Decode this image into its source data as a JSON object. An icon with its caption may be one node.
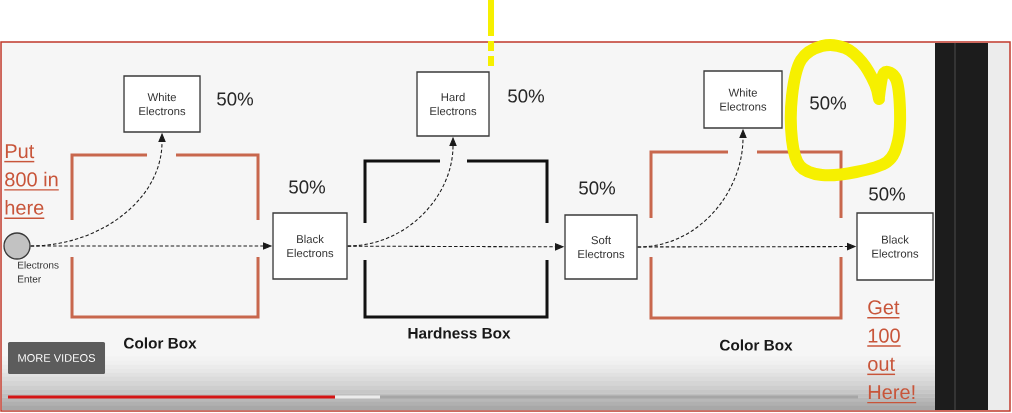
{
  "diagram": {
    "nodes": [
      {
        "text": [],
        "shape": "circle",
        "beside": [
          "Electrons Enter"
        ]
      },
      {
        "text": [
          "White Electrons"
        ],
        "beside": [
          "50%"
        ]
      },
      {
        "text": [
          "Black Electrons"
        ],
        "beside": [
          "50%"
        ]
      },
      {
        "text": [
          "Hard Electrons"
        ],
        "beside": [
          "50%"
        ]
      },
      {
        "text": [
          "Soft Electrons"
        ],
        "beside": [
          "50%"
        ]
      },
      {
        "text": [
          "White Electrons"
        ],
        "beside": [
          "50%"
        ]
      },
      {
        "text": [
          "Black Electrons"
        ],
        "beside": [
          "50%"
        ]
      }
    ],
    "edges": [
      {
        "from": 0,
        "to": 1,
        "arrow": "to",
        "style": "dashed"
      },
      {
        "from": 0,
        "to": 2,
        "arrow": "to",
        "style": "dashed"
      },
      {
        "from": 2,
        "to": 3,
        "arrow": "to",
        "style": "dashed"
      },
      {
        "from": 2,
        "to": 4,
        "arrow": "to",
        "style": "dashed"
      },
      {
        "from": 4,
        "to": 5,
        "arrow": "to",
        "style": "dashed"
      },
      {
        "from": 4,
        "to": 6,
        "arrow": "to",
        "style": "dashed"
      }
    ],
    "labels": [
      "Put 800 in here",
      "Color Box",
      "Hardness Box",
      "Color Box",
      "Get 100 out Here!",
      "MORE VIDEOS"
    ]
  }
}
